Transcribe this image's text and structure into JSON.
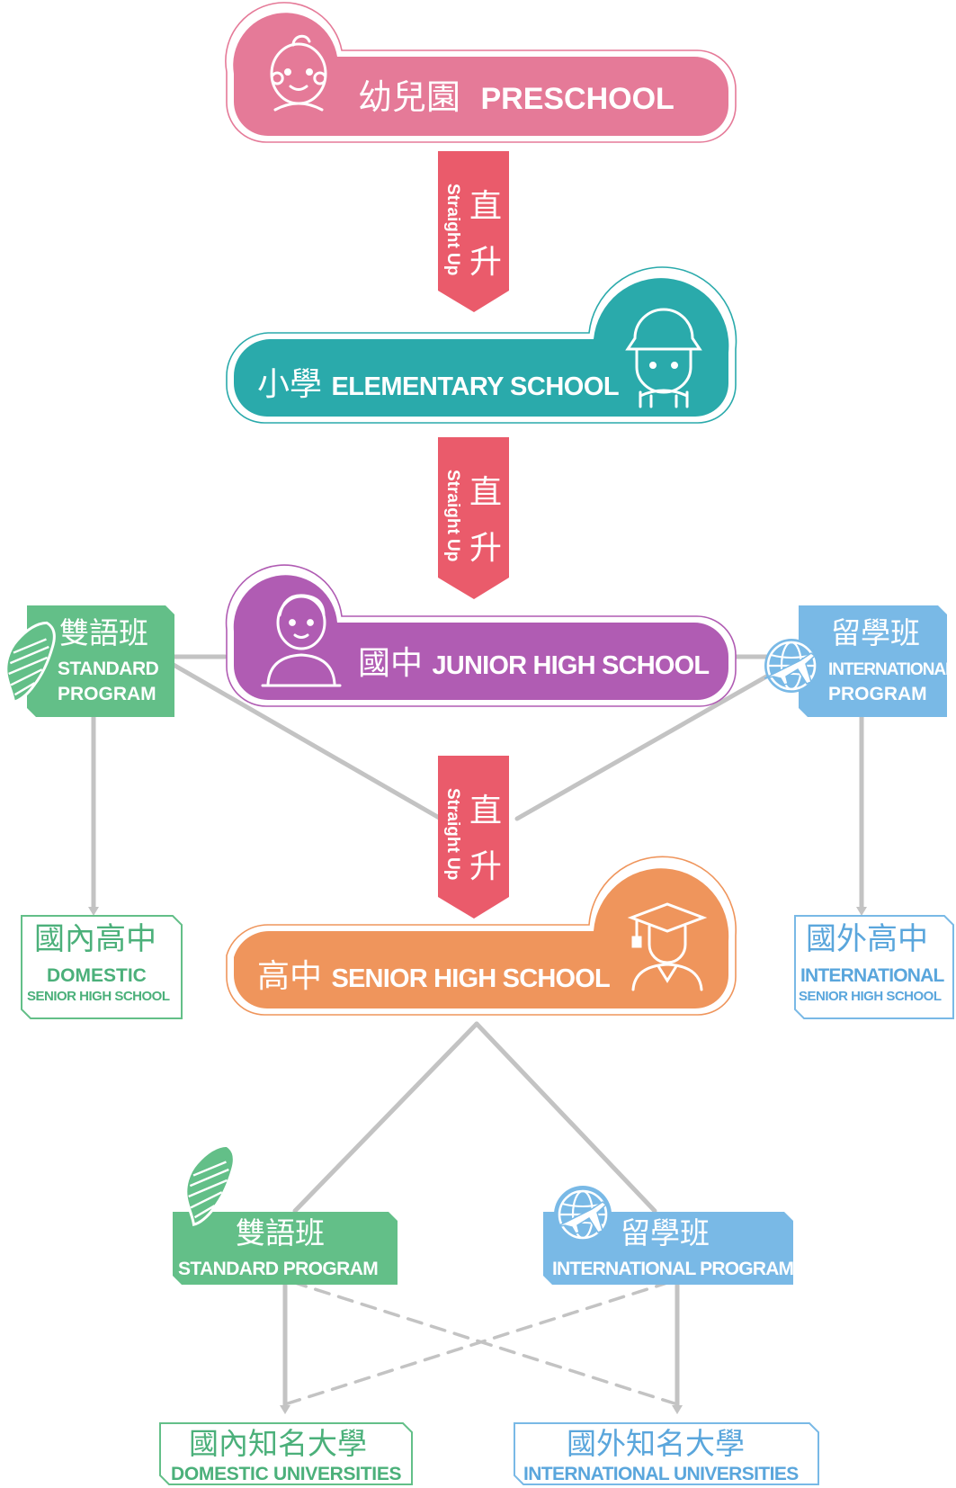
{
  "colors": {
    "preschool": "#e57a98",
    "elementary": "#2aaaab",
    "junior": "#b05cb3",
    "senior": "#ef955c",
    "standard": "#63bf88",
    "international": "#79b9e6",
    "arrow": "#ea5b6b",
    "connector": "#c3c3c3"
  },
  "stages": {
    "preschool": {
      "zh": "幼兒園",
      "en": "PRESCHOOL",
      "icon": "baby-icon"
    },
    "elementary": {
      "zh": "小學",
      "en": "ELEMENTARY SCHOOL",
      "icon": "child-cap-icon"
    },
    "junior": {
      "zh": "國中",
      "en": "JUNIOR HIGH SCHOOL",
      "icon": "boy-icon"
    },
    "senior": {
      "zh": "高中",
      "en": "SENIOR HIGH SCHOOL",
      "icon": "graduate-icon"
    }
  },
  "arrow": {
    "zh1": "直",
    "zh2": "升",
    "en": "Straight Up"
  },
  "junior_programs": {
    "standard": {
      "zh": "雙語班",
      "en1": "STANDARD",
      "en2": "PROGRAM",
      "icon": "taiwan-map-icon"
    },
    "international": {
      "zh": "留學班",
      "en1": "INTERNATIONAL",
      "en2": "PROGRAM",
      "icon": "globe-plane-icon"
    }
  },
  "high_school_outcomes": {
    "domestic": {
      "zh": "國內高中",
      "en1": "DOMESTIC",
      "en2": "SENIOR HIGH SCHOOL"
    },
    "international": {
      "zh": "國外高中",
      "en1": "INTERNATIONAL",
      "en2": "SENIOR HIGH SCHOOL"
    }
  },
  "senior_programs": {
    "standard": {
      "zh": "雙語班",
      "en": "STANDARD PROGRAM",
      "icon": "taiwan-map-icon"
    },
    "international": {
      "zh": "留學班",
      "en": "INTERNATIONAL PROGRAM",
      "icon": "globe-plane-icon"
    }
  },
  "university_outcomes": {
    "domestic": {
      "zh": "國內知名大學",
      "en": "DOMESTIC UNIVERSITIES"
    },
    "international": {
      "zh": "國外知名大學",
      "en": "INTERNATIONAL UNIVERSITIES"
    }
  }
}
